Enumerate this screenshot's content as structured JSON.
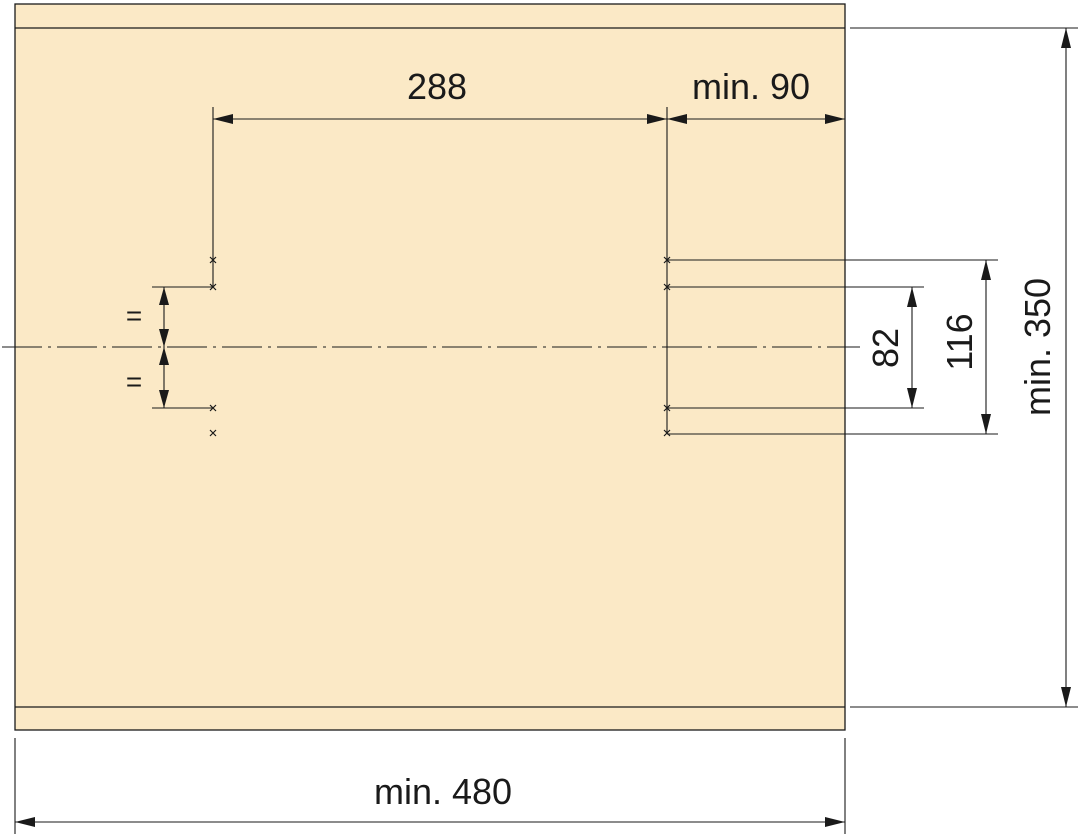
{
  "colors": {
    "panel": "#fbe9c6",
    "line": "#1a1a1a"
  },
  "dimensions": {
    "hole_spacing": "288",
    "edge_offset": "min. 90",
    "depth": "min. 480",
    "height": "min. 350",
    "inner_spacing": "82",
    "outer_spacing": "116",
    "equal_top": "=",
    "equal_bottom": "="
  }
}
